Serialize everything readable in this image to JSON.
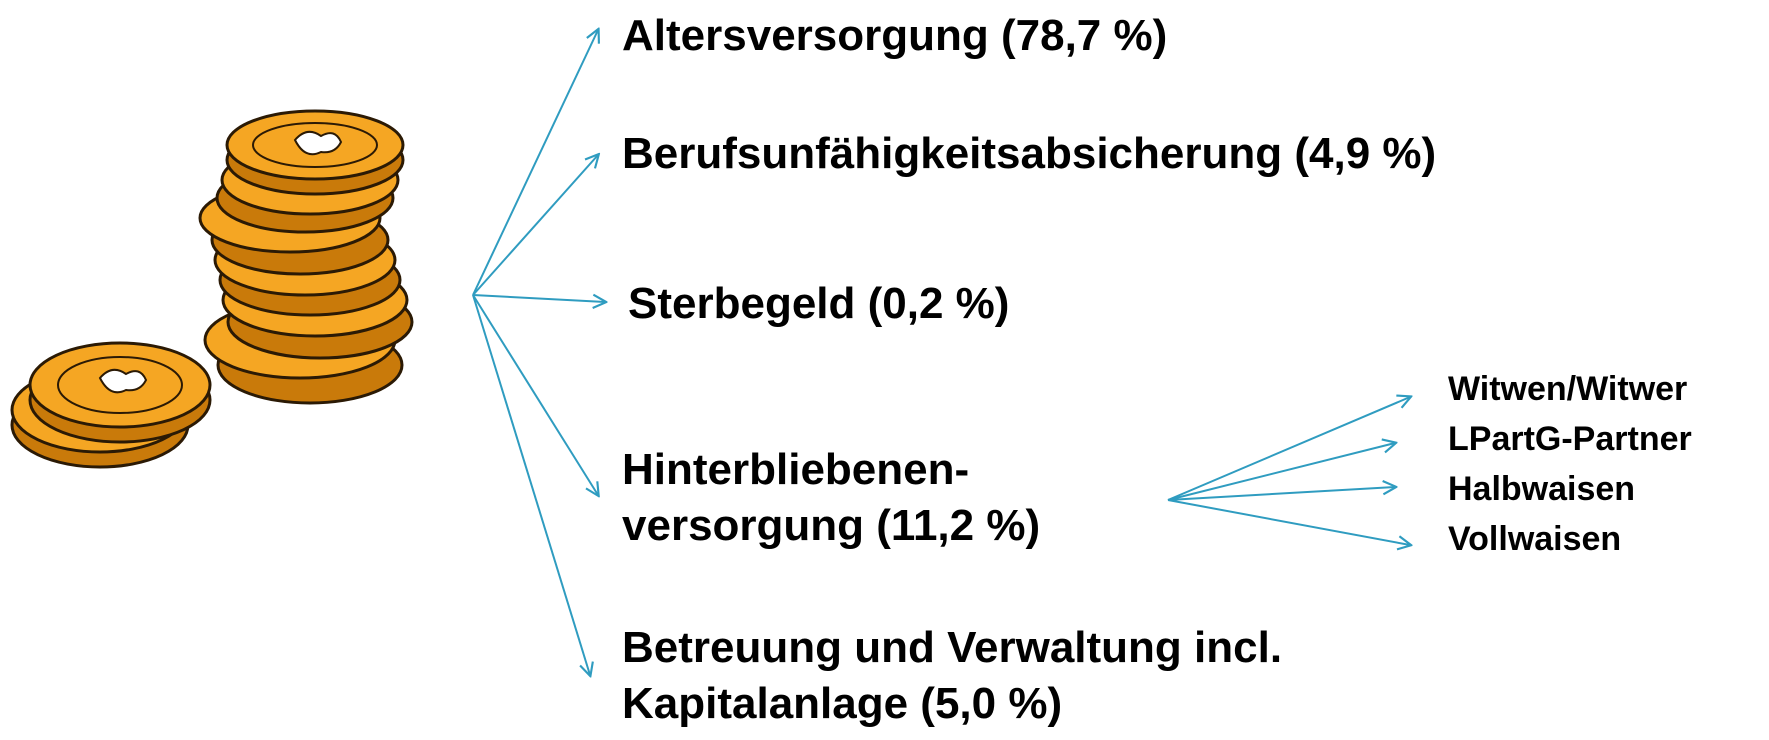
{
  "colors": {
    "arrow": "#2f9cc0",
    "coin_fill": "#f5a623",
    "coin_edge": "#2b1a05",
    "coin_shadow": "#c97a0a",
    "text": "#000000"
  },
  "coins_icon": "coin-stack-icon",
  "branches": [
    {
      "lines": [
        "Altersversorgung  (78,7 %)"
      ]
    },
    {
      "lines": [
        "Berufsunfähigkeitsabsicherung (4,9 %)"
      ]
    },
    {
      "lines": [
        "Sterbegeld (0,2 %)"
      ]
    },
    {
      "lines": [
        "Hinterbliebenen-",
        "versorgung (11,2 %)"
      ]
    },
    {
      "lines": [
        "Betreuung und Verwaltung incl.",
        "Kapitalanlage (5,0 %)"
      ]
    }
  ],
  "sub_branches": [
    "Witwen/Witwer",
    "LPartG-Partner",
    "Halbwaisen",
    "Vollwaisen"
  ]
}
